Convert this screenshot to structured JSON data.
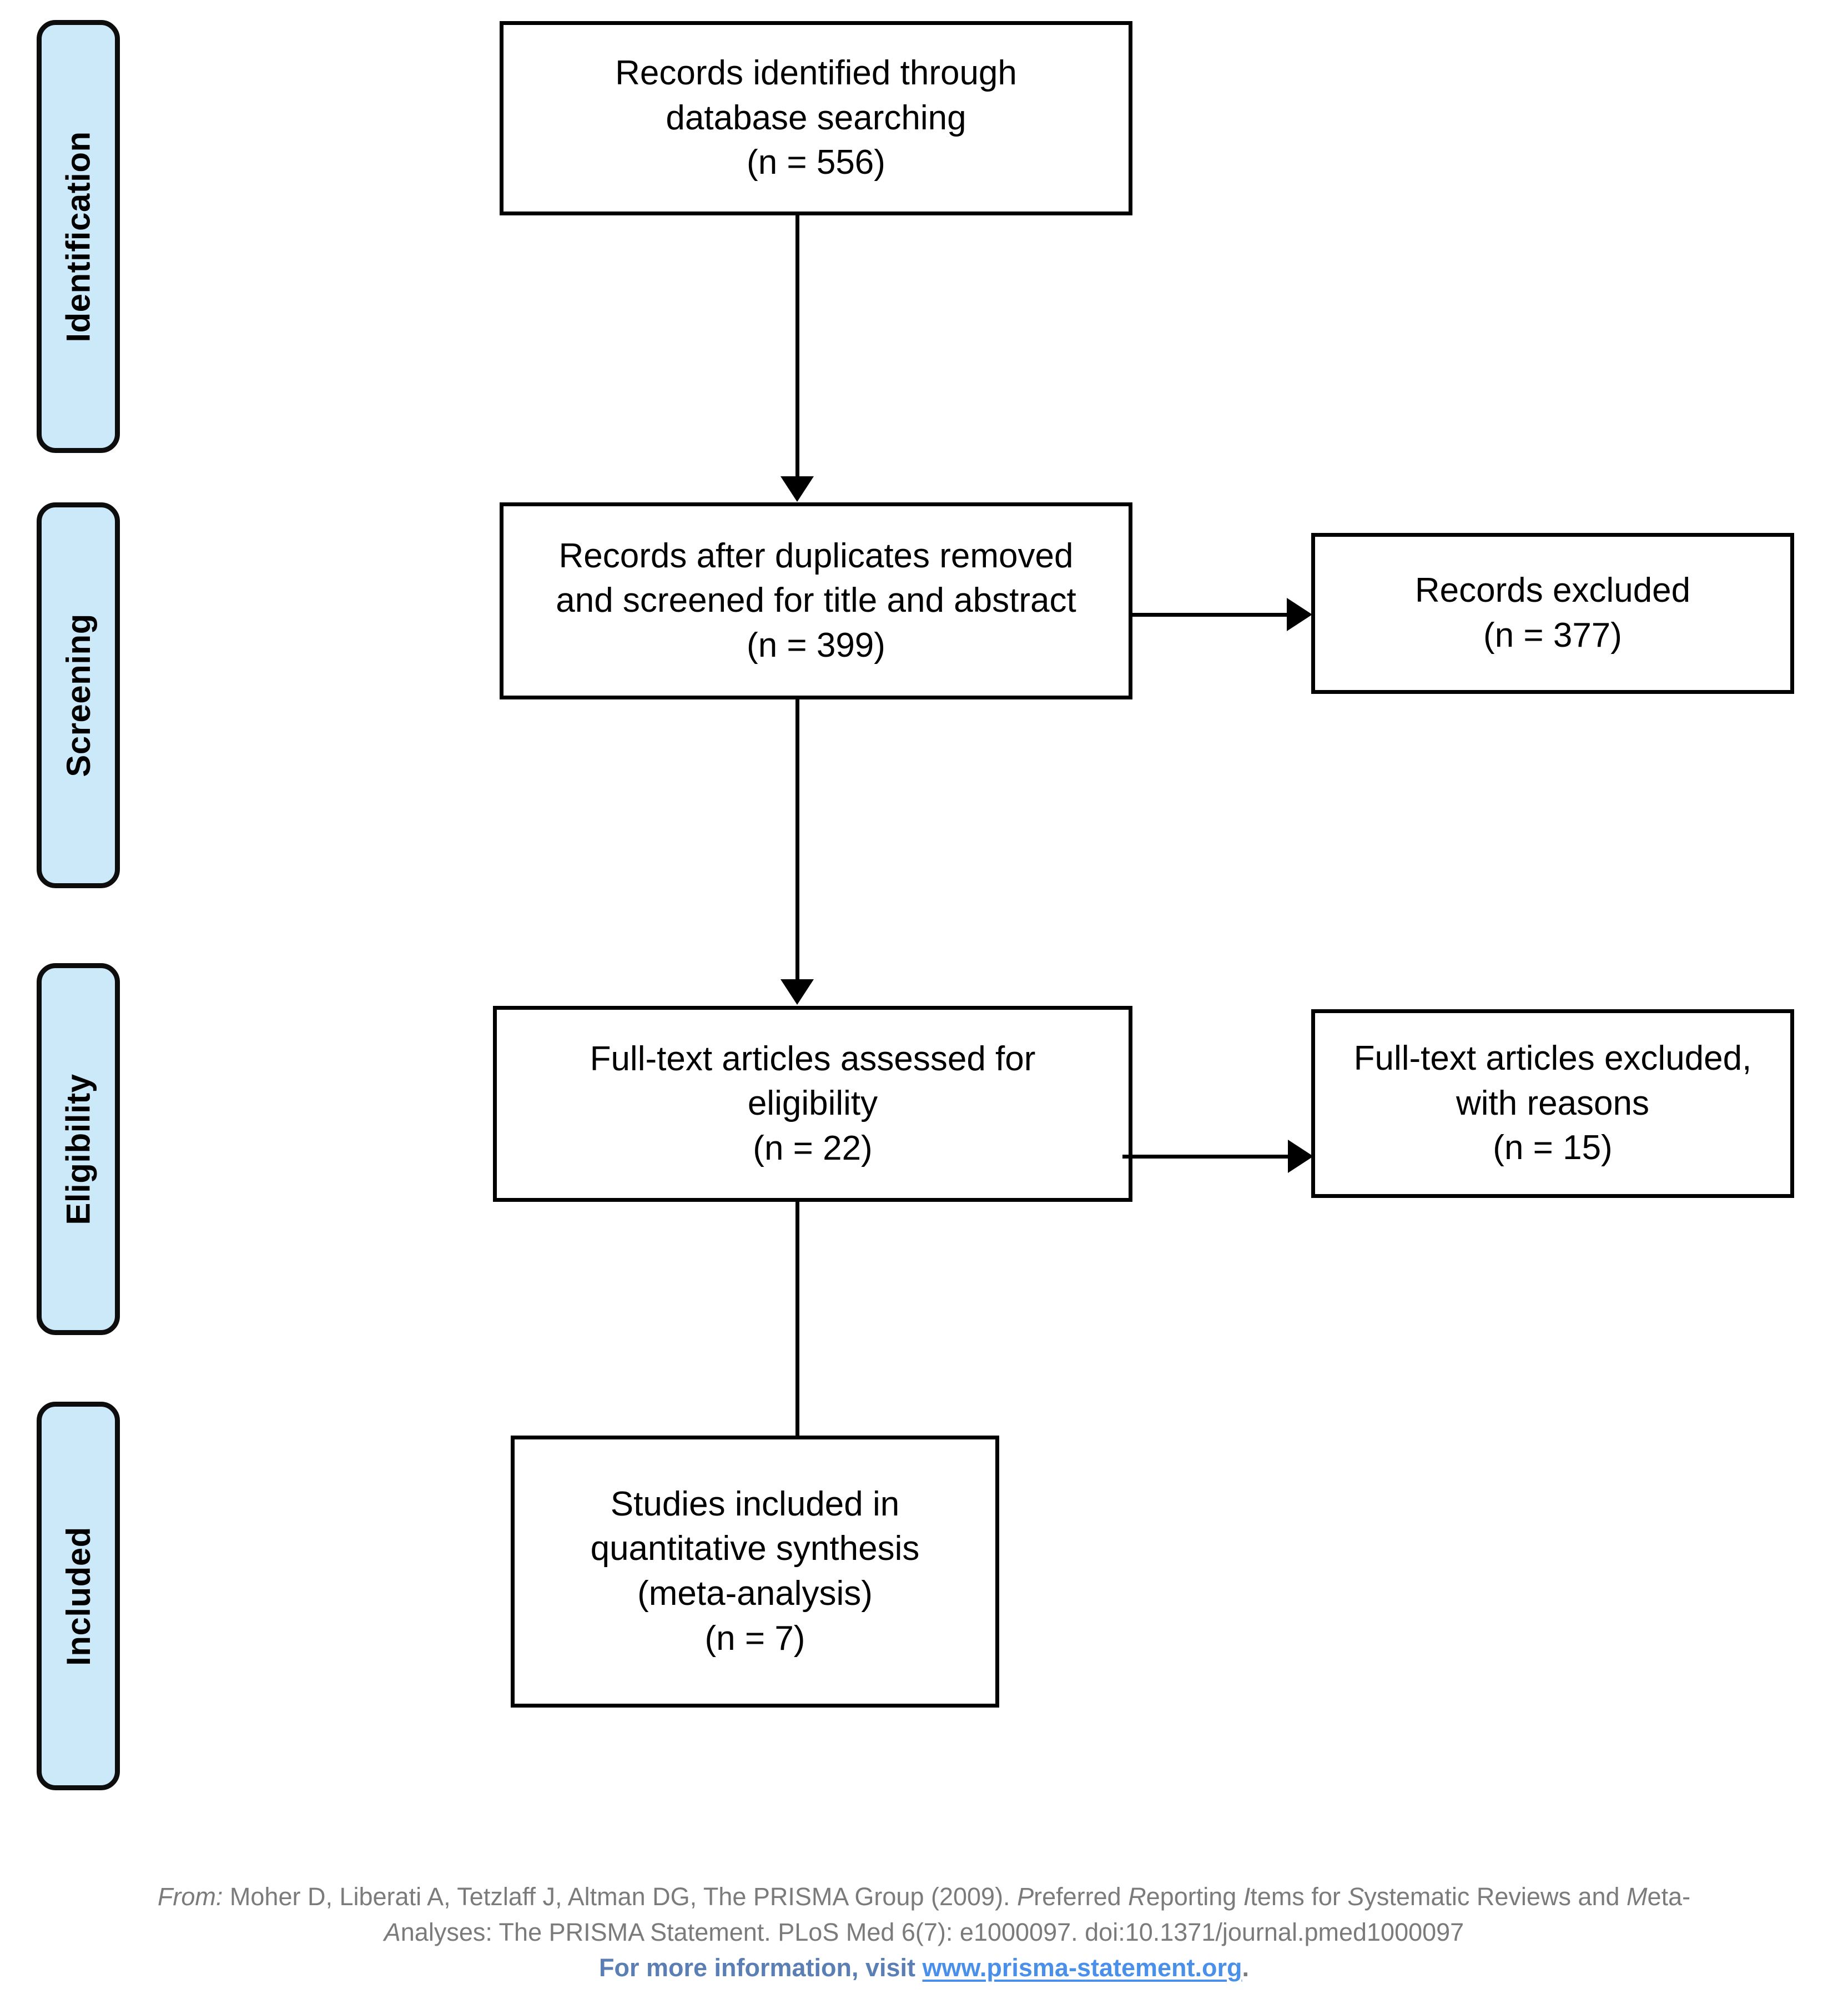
{
  "diagram": {
    "type": "prisma-flow-diagram",
    "stages": [
      {
        "id": "identification",
        "label": "Identification"
      },
      {
        "id": "screening",
        "label": "Screening"
      },
      {
        "id": "eligibility",
        "label": "Eligibility"
      },
      {
        "id": "included",
        "label": "Included"
      }
    ],
    "nodes": [
      {
        "id": "records-identified",
        "lines": [
          "Records identified through",
          "database searching",
          "(n = 556)"
        ],
        "count": 556
      },
      {
        "id": "records-after-duplicates",
        "lines": [
          "Records after duplicates removed",
          "and screened for title and abstract",
          "(n = 399)"
        ],
        "count": 399
      },
      {
        "id": "records-excluded",
        "lines": [
          "Records excluded",
          "(n = 377)"
        ],
        "count": 377
      },
      {
        "id": "fulltext-assessed",
        "lines": [
          "Full-text articles assessed for",
          "eligibility",
          "(n = 22)"
        ],
        "count": 22
      },
      {
        "id": "fulltext-excluded",
        "lines": [
          "Full-text articles excluded,",
          "with reasons",
          "(n = 15)"
        ],
        "count": 15
      },
      {
        "id": "studies-included",
        "lines": [
          "Studies included in",
          "quantitative synthesis",
          "(meta-analysis)",
          "(n = 7)"
        ],
        "count": 7
      }
    ],
    "colors": {
      "stage_fill": "#cce9fa",
      "stage_border": "#0d0d0d",
      "node_border": "#000000",
      "node_fill": "#ffffff",
      "connector": "#000000",
      "footer_text": "#7b7b7b",
      "footer_cta": "#5b7fb5",
      "footer_link": "#4a90e8"
    }
  },
  "footer": {
    "from_label": "From:",
    "line1_rest": "Moher D, Liberati A, Tetzlaff J, Altman DG, The PRISMA Group (2009). ",
    "line1_italic_p": "P",
    "line1_p_rest": "referred ",
    "line1_italic_r": "R",
    "line1_r_rest": "eporting ",
    "line1_italic_i": "I",
    "line1_i_rest": "tems for ",
    "line1_italic_s": "S",
    "line1_s_rest": "ystematic Reviews and ",
    "line1_italic_m": "M",
    "line1_m_rest": "eta-",
    "line2_italic_a": "A",
    "line2_rest": "nalyses: The PRISMA Statement. PLoS Med 6(7): e1000097. doi:10.1371/journal.pmed1000097",
    "cta": "For more information, visit ",
    "link": "www.prisma-statement.org",
    "period": "."
  }
}
